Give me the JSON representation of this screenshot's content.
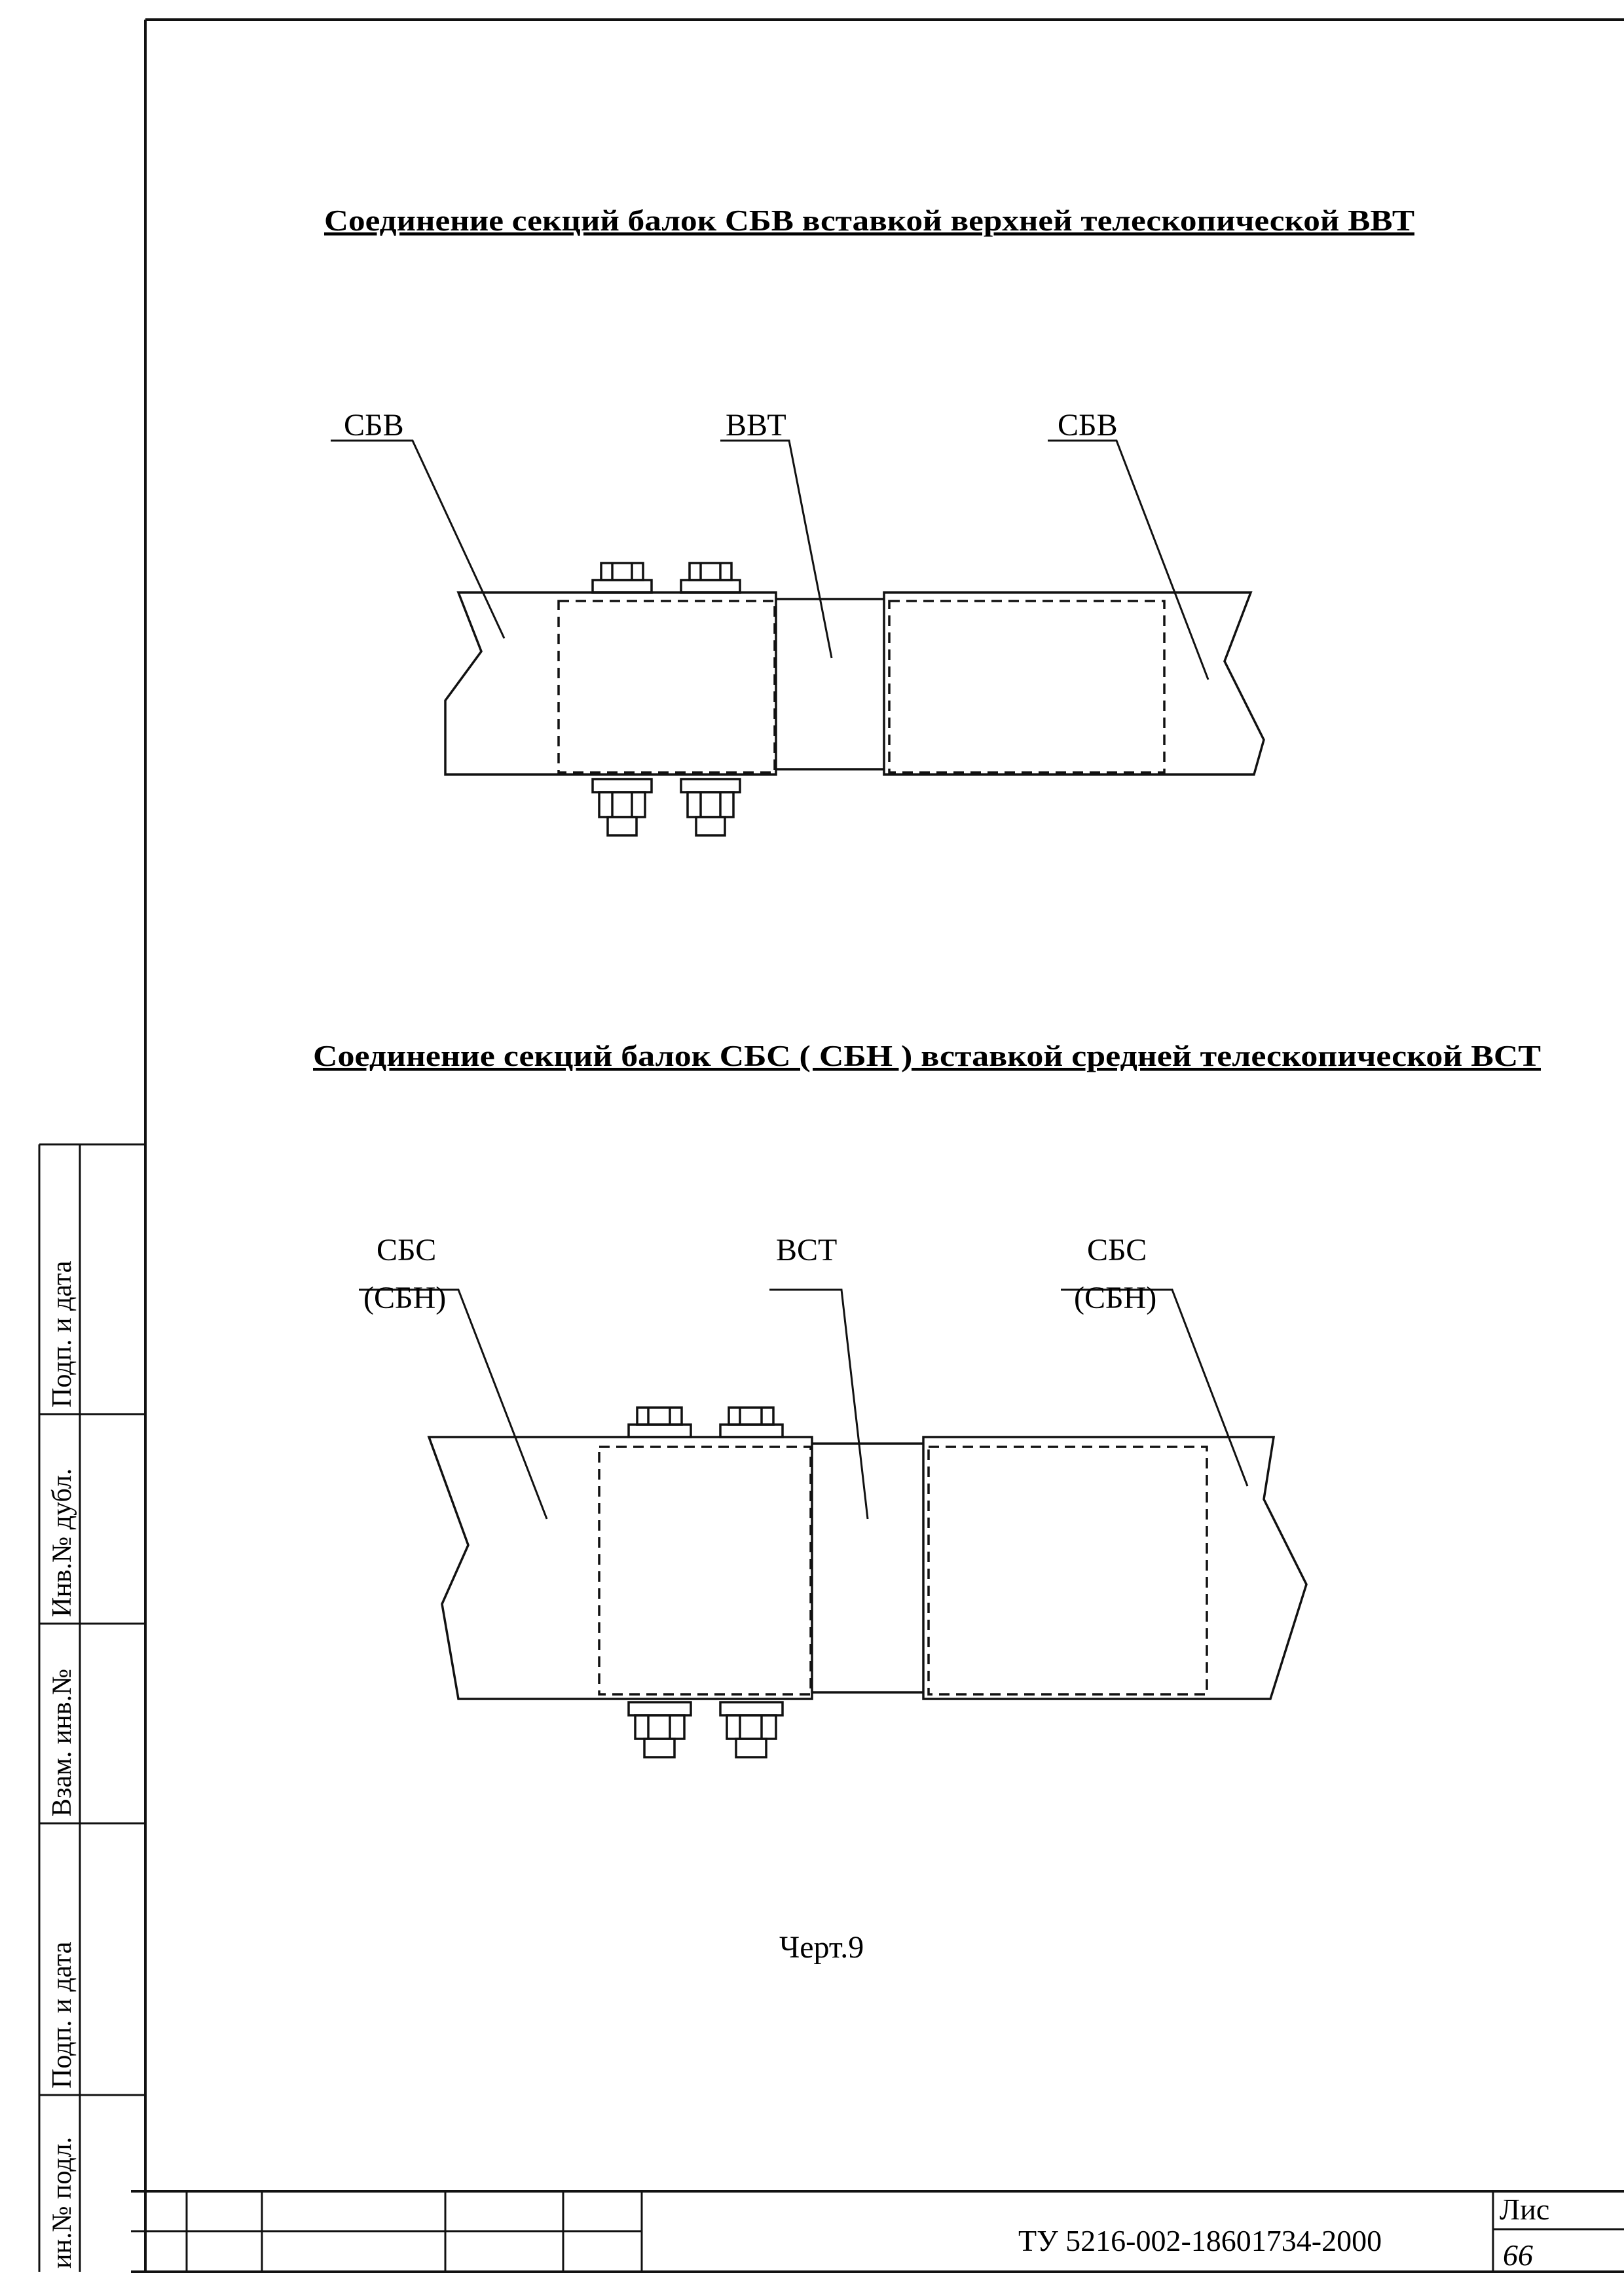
{
  "figure1": {
    "title": "Соединение секций балок СБВ вставкой верхней телескопической   ВВТ",
    "label_left": "СБВ",
    "label_center": "ВВТ",
    "label_right": "СБВ"
  },
  "figure2": {
    "title": "Соединение секций балок СБС ( СБН )  вставкой средней телескопической   ВСТ",
    "label_left_1": "СБС",
    "label_left_2": "(СБН)",
    "label_center": "ВСТ",
    "label_right_1": "СБС",
    "label_right_2": "(СБН)"
  },
  "caption": "Черт.9",
  "side_stamp": {
    "field1": "Подп. и дата",
    "field2": "Инв.№ дубл.",
    "field3": "Взам. инв.№",
    "field4": "Подп. и дата",
    "field5": "ин.№ подл."
  },
  "title_block": {
    "doc_code": "ТУ 5216-002-18601734-2000",
    "sheet_label": "Лис",
    "sheet_number": "66"
  }
}
